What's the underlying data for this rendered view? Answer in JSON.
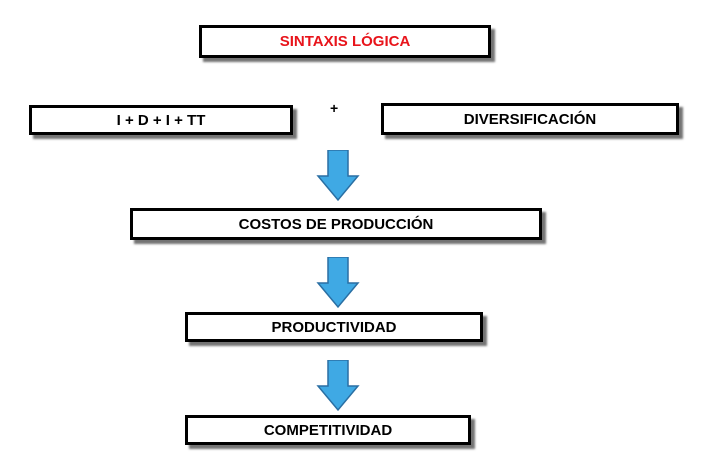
{
  "diagram": {
    "title": "SINTAXIS LÓGICA",
    "inputs": {
      "left": "I + D + I + TT",
      "operator": "+",
      "right": "DIVERSIFICACIÓN"
    },
    "steps": [
      "COSTOS DE PRODUCCIÓN",
      "PRODUCTIVIDAD",
      "COMPETITIVIDAD"
    ]
  },
  "colors": {
    "title_text": "#e8141b",
    "arrow_fill": "#3fa9e4",
    "arrow_stroke": "#2a6fa3",
    "box_border": "#000000"
  },
  "icons": {
    "flow_arrow": "arrow-down-icon"
  }
}
